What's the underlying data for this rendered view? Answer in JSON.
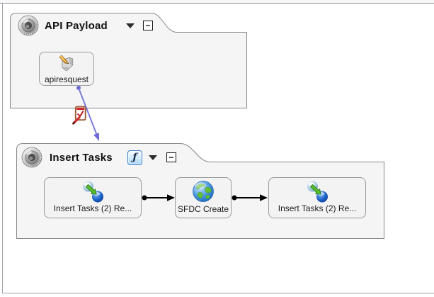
{
  "canvas": {
    "background": "#ffffff",
    "border_color": "#a2a2aa"
  },
  "containers": [
    {
      "title": "API Payload",
      "collapse_glyph": "−",
      "nodes": [
        {
          "label": "apiresquest",
          "icon": "message-icon"
        }
      ]
    },
    {
      "title": "Insert Tasks",
      "function_badge": "ƒ",
      "collapse_glyph": "−",
      "nodes": [
        {
          "label": "Insert Tasks (2) Re...",
          "icon": "map-icon"
        },
        {
          "label": "SFDC Create",
          "icon": "globe-icon"
        },
        {
          "label": "Insert Tasks (2) Re...",
          "icon": "map-icon"
        }
      ]
    }
  ],
  "connectors": [
    {
      "from": "apiresquest",
      "to": "Insert Tasks",
      "color": "#7c7cdc",
      "badge": "checklist-pen-icon"
    },
    {
      "from": "Insert Tasks (2) Re...",
      "to": "SFDC Create",
      "color": "#000000"
    },
    {
      "from": "SFDC Create",
      "to": "Insert Tasks (2) Re...",
      "color": "#000000"
    }
  ],
  "colors": {
    "container_fill": "#f5f5f5",
    "container_border": "#888888",
    "node_fill": "#f3f3f3",
    "node_border": "#999999",
    "blue_connector": "#7c7cdc",
    "black_connector": "#000000"
  }
}
